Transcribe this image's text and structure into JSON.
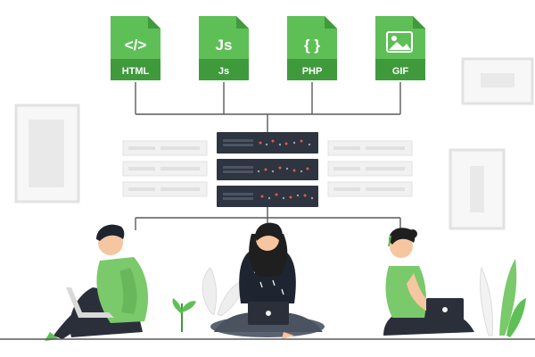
{
  "file_types": [
    {
      "name": "html-file-icon",
      "glyph": "</>",
      "label": "HTML"
    },
    {
      "name": "js-file-icon",
      "glyph": "Js",
      "label": "Js"
    },
    {
      "name": "php-file-icon",
      "glyph": "{ }",
      "label": "PHP"
    },
    {
      "name": "gif-file-icon",
      "glyph": "",
      "label": "GIF"
    }
  ],
  "colors": {
    "file_green": "#5fbf57",
    "file_green_dark": "#3f9a3c",
    "server_dark": "#2e3440",
    "server_light": "#f1f1f1",
    "frame": "#e7e7e7",
    "shirt_green": "#7ac96b",
    "line": "#5a5a5a"
  }
}
